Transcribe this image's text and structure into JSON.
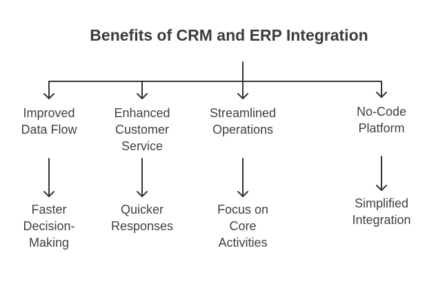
{
  "title": "Benefits of CRM and ERP Integration",
  "benefits": [
    {
      "label": "Improved\nData Flow",
      "outcome": "Faster\nDecision-\nMaking"
    },
    {
      "label": "Enhanced\nCustomer\nService",
      "outcome": "Quicker\nResponses"
    },
    {
      "label": "Streamlined\nOperations",
      "outcome": "Focus on\nCore\nActivities"
    },
    {
      "label": "No-Code\nPlatform",
      "outcome": "Simplified\nIntegration"
    }
  ],
  "colors": {
    "text": "#404040",
    "line": "#333333",
    "background": "#ffffff"
  }
}
